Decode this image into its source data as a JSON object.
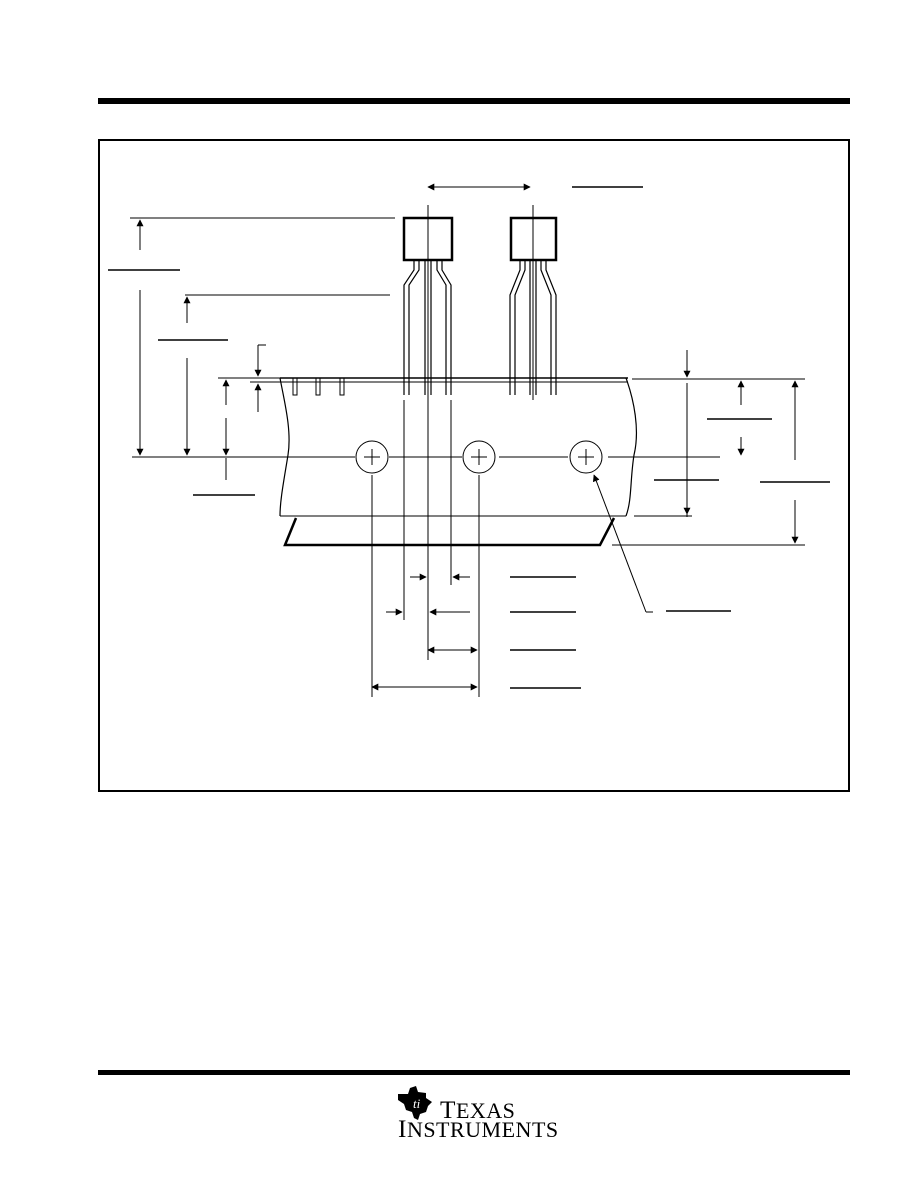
{
  "header": {},
  "drawing": {
    "title": "",
    "labels": []
  },
  "footer": {
    "logo": {
      "icon": "ti-state-logo-icon",
      "word1_initial": "T",
      "word1_rest": "EXAS",
      "word2_initial": "I",
      "word2_rest": "NSTRUMENTS",
      "color": "#000000"
    }
  }
}
